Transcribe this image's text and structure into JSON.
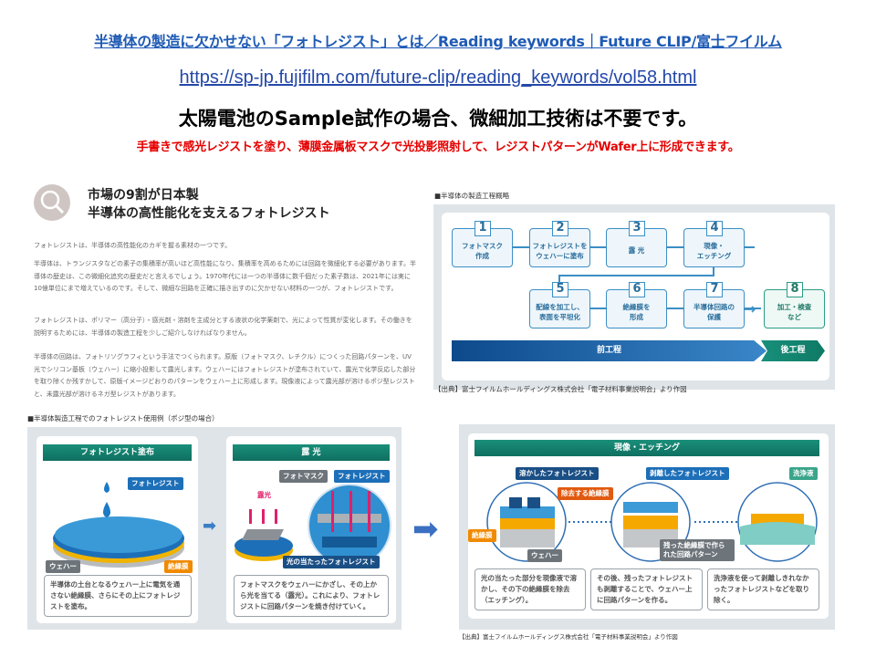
{
  "header": {
    "title_link": "半導体の製造に欠かせない「フォトレジスト」とは／Reading keywords｜Future CLIP/富士フイルム",
    "url": "https://sp-jp.fujifilm.com/future-clip/reading_keywords/vol58.html",
    "heading": "太陽電池のSample試作の場合、微細加工技術は不要です。",
    "note": "手書きで感光レジストを塗り、薄膜金属板マスクで光投影照射して、レジストパターンがWafer上に形成できます。"
  },
  "article": {
    "title_line1": "市場の9割が日本製",
    "title_line2": "半導体の高性能化を支えるフォトレジスト",
    "paragraphs": [
      "フォトレジストは、半導体の高性能化のカギを握る素材の一つです。",
      "半導体は、トランジスタなどの素子の集積率が高いほど高性能になり、集積率を高めるためには回路を微細化する必要があります。半導体の歴史は、この微細化追究の歴史だと言えるでしょう。1970年代には一つの半導体に数千個だった素子数は、2021年には実に10億単位にまで増えているのです。そして、微細な回路を正確に描き出すのに欠かせない材料の一つが、フォトレジストです。",
      "フォトレジストは、ポリマー（高分子）・感光剤・溶剤を主成分とする液状の化学薬剤で、光によって性質が変化します。その働きを説明するためには、半導体の製造工程を少しご紹介しなければなりません。",
      "半導体の回路は、フォトリソグラフィという手法でつくられます。原版（フォトマスク、レチクル）につくった回路パターンを、UV光でシリコン基板（ウェハー）に縮小投影して露光します。ウェハーにはフォトレジストが塗布されていて、露光で化学反応した部分を取り除くか残すかして、原版イメージどおりのパターンをウェハー上に形成します。現像液によって露光部が溶けるポジ型レジストと、未露光部が溶けるネガ型レジストがあります。"
    ]
  },
  "flow": {
    "caption": "■半導体の製造工程概略",
    "steps": [
      {
        "num": "1",
        "label": "フォトマスク\n作成"
      },
      {
        "num": "2",
        "label": "フォトレジストを\nウェハーに塗布"
      },
      {
        "num": "3",
        "label": "露 光"
      },
      {
        "num": "4",
        "label": "現像・\nエッチング"
      },
      {
        "num": "5",
        "label": "配線を加工し、\n表面を平坦化"
      },
      {
        "num": "6",
        "label": "絶縁膜を\n形成"
      },
      {
        "num": "7",
        "label": "半導体回路の\n保護"
      },
      {
        "num": "8",
        "label": "加工・検査\nなど"
      }
    ],
    "front_process": "前工程",
    "back_process": "後工程",
    "source": "【出典】富士フイルムホールディングス株式会社「電子材料事業説明会」より作図"
  },
  "usage": {
    "caption": "■半導体製造工程でのフォトレジスト使用例（ポジ型の場合）",
    "coating": {
      "header": "フォトレジスト塗布",
      "label_resist": "フォトレジスト",
      "label_wafer": "ウェハー",
      "label_insulator": "絶縁膜",
      "desc": "半導体の土台となるウェハー上に電気を通さない絶縁膜、さらにその上にフォトレジストを塗布。"
    },
    "exposure": {
      "header": "露 光",
      "label_mask": "フォトマスク",
      "label_resist": "フォトレジスト",
      "label_light": "露光",
      "label_exposed": "光の当たったフォトレジスト",
      "desc": "フォトマスクをウェハーにかざし、その上から光を当てる（露光）。これにより、フォトレジストに回路パターンを焼き付けていく。"
    }
  },
  "etching": {
    "header": "現像・エッチング",
    "label_dissolved": "溶かしたフォトレジスト",
    "label_remove": "除去する絶縁膜",
    "label_insulator": "絶縁膜",
    "label_wafer": "ウェハー",
    "label_stripped": "剥離したフォトレジスト",
    "label_pattern": "残った絶縁膜で作られた回路パターン",
    "label_cleaner": "洗浄液",
    "descs": [
      "光の当たった部分を現像液で溶かし、その下の絶縁膜を除去（エッチング）。",
      "その後、残ったフォトレジストも剥離することで、ウェハー上に回路パターンを作る。",
      "洗浄液を使って剥離しきれなかったフォトレジストなどを取り除く。"
    ],
    "source": "【出典】富士フイルムホールディングス株式会社「電子材料事業説明会」より作図"
  },
  "colors": {
    "link": "#1f5bb5",
    "note": "#e60000",
    "flow_blue": "#3b8fc5",
    "green": "#1a8f7a"
  }
}
